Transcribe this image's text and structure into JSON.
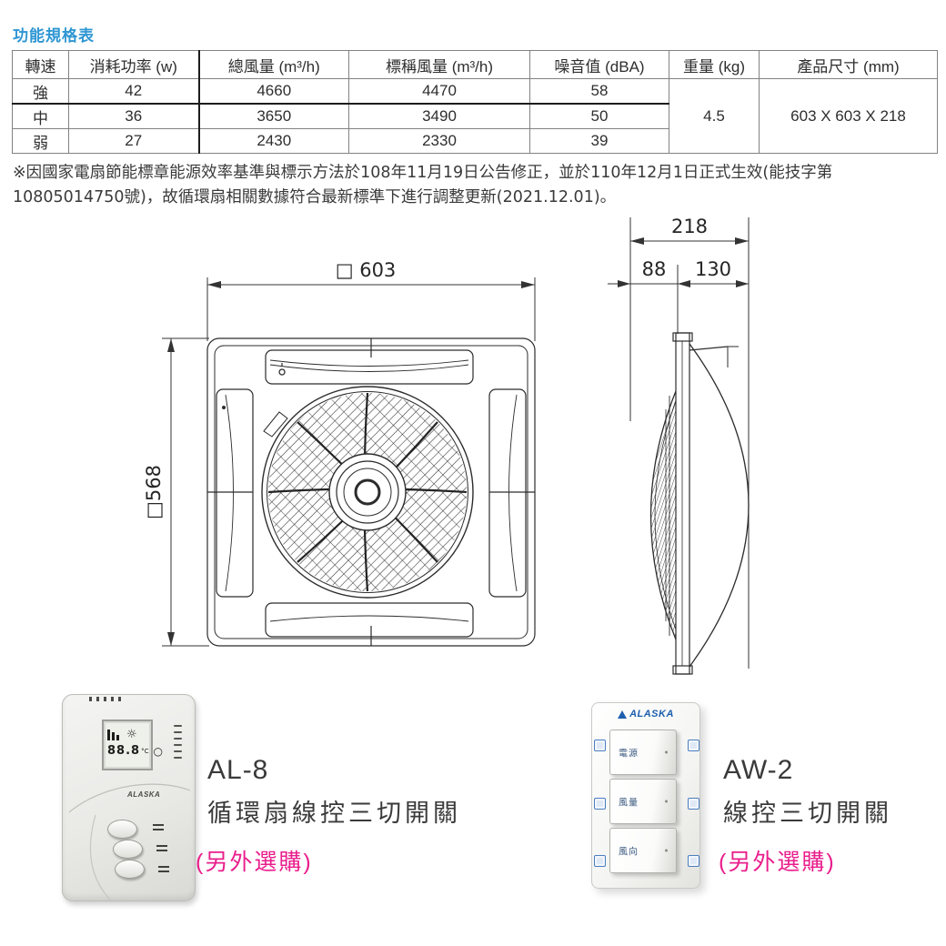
{
  "title": {
    "text": "功能規格表"
  },
  "spec_table": {
    "headers": [
      "轉速",
      "消耗功率 (w)",
      "總風量 (m³/h)",
      "標稱風量 (m³/h)",
      "噪音值 (dBA)",
      "重量 (kg)",
      "產品尺寸 (mm)"
    ],
    "rows": [
      {
        "speed": "強",
        "power": "42",
        "total": "4660",
        "rated": "4470",
        "noise": "58"
      },
      {
        "speed": "中",
        "power": "36",
        "total": "3650",
        "rated": "3490",
        "noise": "50"
      },
      {
        "speed": "弱",
        "power": "27",
        "total": "2430",
        "rated": "2330",
        "noise": "39"
      }
    ],
    "weight": "4.5",
    "size": "603 X 603 X 218"
  },
  "note": {
    "line1": "※因國家電扇節能標章能源效率基準與標示方法於108年11月19日公告修正，並於110年12月1日正式生效(能技字第",
    "line2": "10805014750號)，故循環扇相關數據符合最新標準下進行調整更新(2021.12.01)。"
  },
  "drawing": {
    "front_width": "□ 603",
    "front_height": "□568",
    "side_depth": "218",
    "side_front": "88",
    "side_back": "130"
  },
  "products": [
    {
      "model": "AL-8",
      "desc": "循環扇線控三切開關",
      "note": "(另外選購)",
      "device": {
        "brand": "ALASKA",
        "lcd_value": "88.8",
        "lcd_unit": "°C"
      }
    },
    {
      "model": "AW-2",
      "desc": "線控三切開關",
      "note": "(另外選購)",
      "device": {
        "brand": "ALASKA",
        "buttons": [
          "電源",
          "風量",
          "風向"
        ]
      }
    }
  ],
  "colors": {
    "accent_blue": "#2e96d3",
    "magenta": "#e91e8c",
    "logo_blue": "#1d5fae",
    "table_border": "#828282"
  }
}
